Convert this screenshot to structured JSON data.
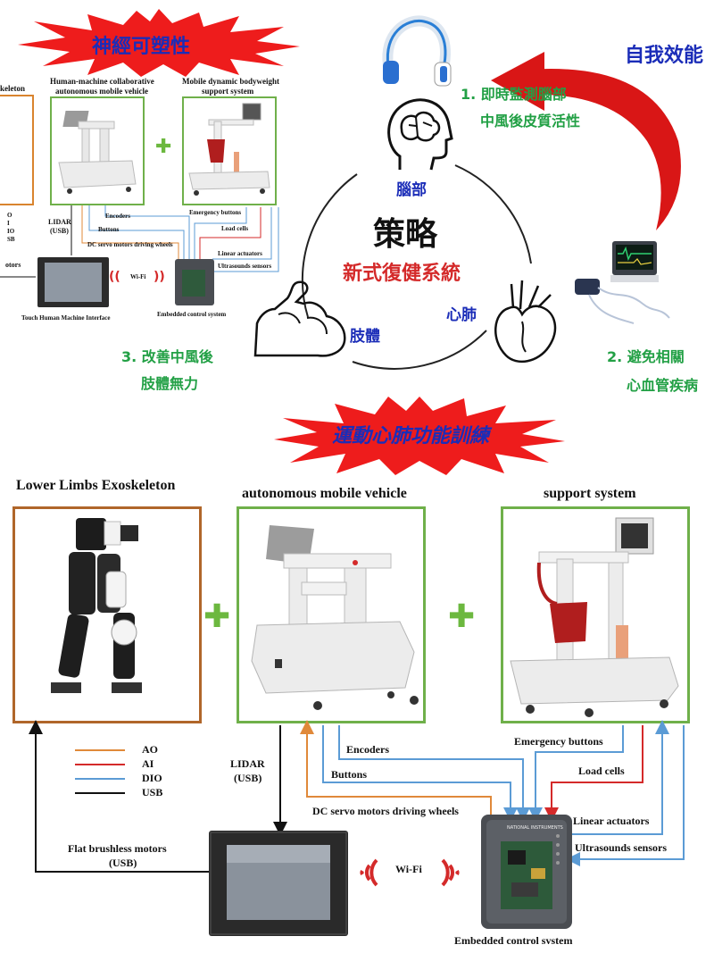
{
  "top": {
    "starburst_title": "神經可塑性",
    "self_efficacy": "自我效能",
    "strategy_title": "策略",
    "strategy_subtitle": "新式復健系統",
    "brain_label": "腦部",
    "heart_label": "心肺",
    "limb_label": "肢體",
    "point1_line1": "1. 即時監測腦部",
    "point1_line2": "中風後皮質活性",
    "point2_line1": "2. 避免相關",
    "point2_line2": "心血管疾病",
    "point3_line1": "3. 改善中風後",
    "point3_line2": "肢體無力",
    "training_banner": "運動心肺功能訓練",
    "mini": {
      "exo_partial": "keleton",
      "vehicle_title1": "Human-machine collaborative",
      "vehicle_title2": "autonomous mobile vehicle",
      "support_title1": "Mobile dynamic bodyweight",
      "support_title2": "support system",
      "legend_partial": [
        "O",
        "I",
        "IO",
        "SB"
      ],
      "lidar": "LIDAR",
      "lidar_usb": "(USB)",
      "motors_partial": "otors",
      "encoders": "Encoders",
      "buttons": "Buttons",
      "dc_servo": "DC servo motors driving wheels",
      "emergency": "Emergency buttons",
      "load_cells": "Load cells",
      "linear": "Linear actuators",
      "ultrasound": "Ultrasounds sensors",
      "wifi": "Wi-Fi",
      "touch_hmi": "Touch Human Machine Interface",
      "embedded": "Embedded control system"
    }
  },
  "bottom": {
    "exo_title": "Lower Limbs Exoskeleton",
    "vehicle_title": "autonomous mobile vehicle",
    "support_title": "support system",
    "legend": [
      {
        "label": "AO",
        "color": "#e0893a"
      },
      {
        "label": "AI",
        "color": "#d42a2a"
      },
      {
        "label": "DIO",
        "color": "#5b9bd5"
      },
      {
        "label": "USB",
        "color": "#111111"
      }
    ],
    "lidar": "LIDAR",
    "lidar_usb": "(USB)",
    "encoders": "Encoders",
    "buttons": "Buttons",
    "dc_servo": "DC servo motors driving wheels",
    "emergency": "Emergency buttons",
    "load_cells": "Load cells",
    "linear": "Linear actuators",
    "ultrasound": "Ultrasounds sensors",
    "flat_motors": "Flat brushless motors",
    "flat_motors_usb": "(USB)",
    "wifi": "Wi-Fi",
    "embedded": "Embedded control svstem",
    "ni_brand": "NATIONAL INSTRUMENTS"
  },
  "colors": {
    "green_border": "#6fb04a",
    "orange_border": "#b0662a",
    "starburst_red": "#ee1c1c",
    "green_text": "#22a045",
    "blue_text": "#1b2db8",
    "ao": "#e0893a",
    "ai": "#d42a2a",
    "dio": "#5b9bd5",
    "usb": "#111111"
  }
}
